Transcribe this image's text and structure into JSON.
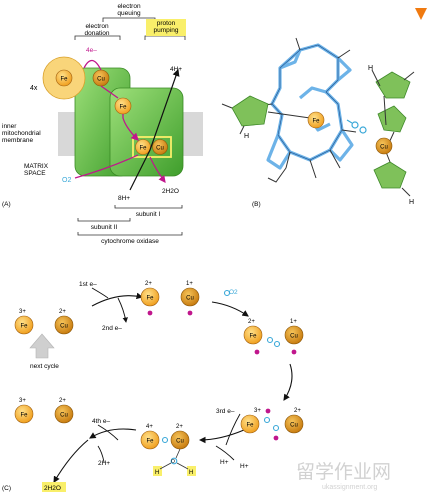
{
  "panel_a": {
    "letter": "(A)",
    "electron_queuing": [
      "electron",
      "queuing"
    ],
    "electron_donation": [
      "electron",
      "donation"
    ],
    "proton_pumping": [
      "proton",
      "pumping"
    ],
    "four_x": "4x",
    "four_e": "4e–",
    "four_h": "4H+",
    "inner_membrane": [
      "inner",
      "mitochondrial",
      "membrane"
    ],
    "matrix_space": [
      "MATRIX",
      "SPACE"
    ],
    "o2": "O2",
    "eight_h": "8H+",
    "two_h2o": "2H2O",
    "subunit_one": "subunit  I",
    "subunit_two": "subunit  II",
    "cytochrome_oxidase": "cytochrome oxidase",
    "fe": "Fe",
    "cu": "Cu"
  },
  "panel_b": {
    "letter": "(B)",
    "h": "H",
    "fe": "Fe",
    "cu": "Cu"
  },
  "panel_c": {
    "letter": "(C)",
    "fe": "Fe",
    "cu": "Cu",
    "ox_2": "2+",
    "ox_3": "3+",
    "ox_1": "1+",
    "ox_4": "4+",
    "first_e": "1st e–",
    "second_e": "2nd e–",
    "third_e": "3rd e–",
    "fourth_e": "4th e–",
    "next_cycle": "next cycle",
    "o2": "O2",
    "two_h": "2H+",
    "h_plus": "H+",
    "h": "H",
    "o": "O",
    "two_h2o": "2H2O"
  },
  "watermark": {
    "chars": "留学作业网",
    "url": "ukassignment.org"
  },
  "colors": {
    "membrane": "#d8d8d8",
    "protein": "#6cc24a",
    "fe_fill": "#f5a623",
    "cu_fill": "#e39a1a",
    "magenta": "#c0168c",
    "cyan": "#3aa8d8",
    "heme_blue": "#6db3e8",
    "heme_green": "#7fc15a",
    "yellow": "#f9ef6a"
  }
}
